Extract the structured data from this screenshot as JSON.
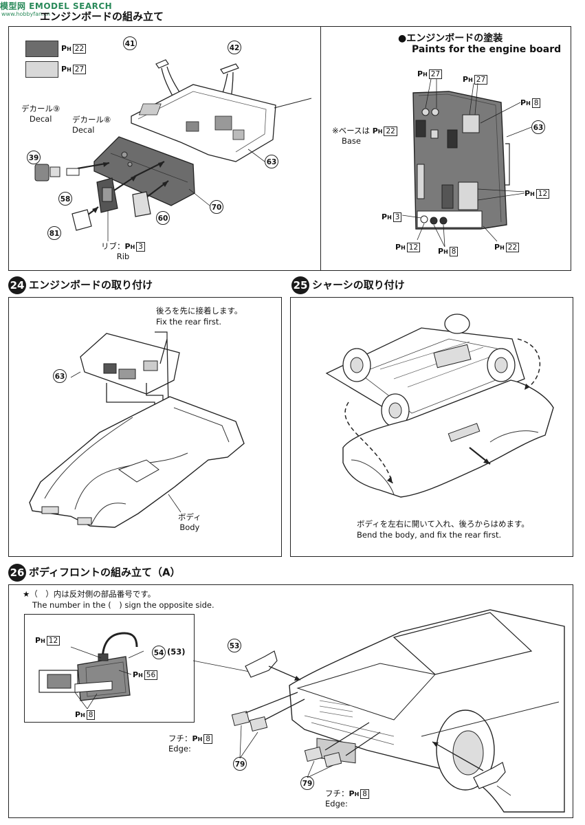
{
  "watermark": {
    "main": "模型网 EMODEL SEARCH",
    "sub": "www.hobbyfan.cn"
  },
  "step23": {
    "title": "エンジンボードの組み立て",
    "legend": [
      {
        "color": "#6c6c6c",
        "paint": "22"
      },
      {
        "color": "#d8d8d8",
        "paint": "27"
      }
    ],
    "decal9": {
      "jp": "デカール",
      "num": "⑨",
      "en": "Decal"
    },
    "decal8": {
      "jp": "デカール",
      "num": "⑧",
      "en": "Decal"
    },
    "parts": [
      "41",
      "42",
      "63",
      "39",
      "58",
      "81",
      "70",
      "60"
    ],
    "rib": {
      "jp": "リブ：",
      "paint": "3",
      "en": "Rib"
    },
    "paint_title": {
      "jp": "●エンジンボードの塗装",
      "en": "Paints for the engine board"
    },
    "base_note": {
      "jp": "※ベースは",
      "paint": "22",
      "en": "Base"
    },
    "paint_labels": [
      "27",
      "27",
      "8",
      "12",
      "3",
      "12",
      "8",
      "22"
    ],
    "part63": "63"
  },
  "step24": {
    "num": "24",
    "title": "エンジンボードの取り付け",
    "note_jp": "後ろを先に接着します。",
    "note_en": "Fix the rear first.",
    "part": "63",
    "body_jp": "ボディ",
    "body_en": "Body"
  },
  "step25": {
    "num": "25",
    "title": "シャーシの取り付け",
    "note_jp": "ボディを左右に開いて入れ、後ろからはめます。",
    "note_en": "Bend the body, and fix the rear first."
  },
  "step26": {
    "num": "26",
    "title": "ボディフロントの組み立て（A）",
    "note_jp": "★（　）内は反対側の部品番号です。",
    "note_en": "The number in the (　) sign the opposite side.",
    "inset_parts": {
      "main": "54",
      "alt": "(53)"
    },
    "inset_paints": [
      "12",
      "56",
      "8"
    ],
    "parts": [
      "53",
      "79",
      "79",
      "54"
    ],
    "edge_jp": "フチ：",
    "edge_paint": "8",
    "edge_en": "Edge:"
  }
}
